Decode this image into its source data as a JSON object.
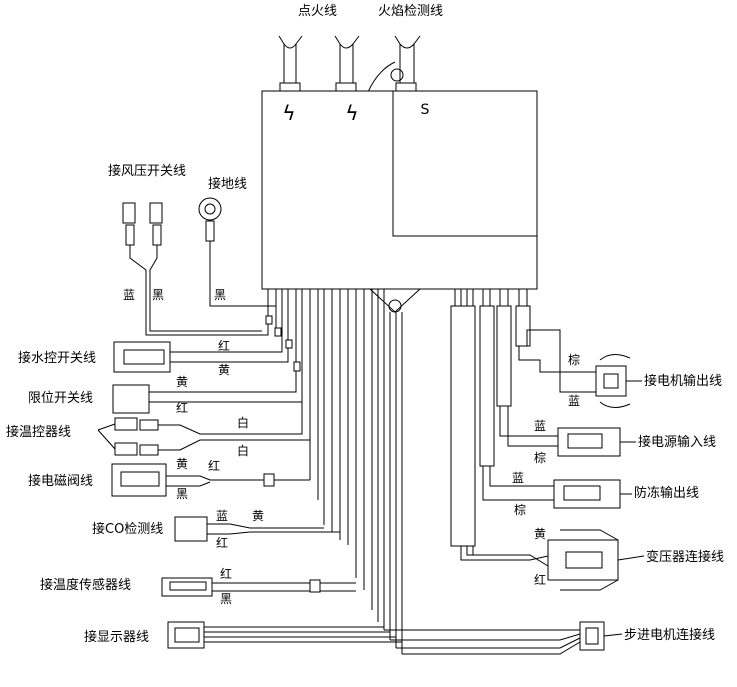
{
  "top_labels": {
    "ignition": "点火线",
    "flame_detect": "火焰检测线"
  },
  "controller": {
    "ignition_symbol": "ϟ",
    "sensor_symbol": "S"
  },
  "left_labels": {
    "air_pressure_switch": "接风压开关线",
    "ground": "接地线",
    "water_switch": "接水控开关线",
    "limit_switch": "限位开关线",
    "thermostat": "接温控器线",
    "solenoid_valve": "接电磁阀线",
    "co_detect": "接CO检测线",
    "temp_sensor": "接温度传感器线",
    "display": "接显示器线"
  },
  "right_labels": {
    "motor_output": "接电机输出线",
    "power_input": "接电源输入线",
    "antifreeze_output": "防冻输出线",
    "transformer": "变压器连接线",
    "stepper_motor": "步进电机连接线"
  },
  "wire_colors": {
    "blue": "蓝",
    "black": "黑",
    "red": "红",
    "yellow": "黄",
    "white": "白",
    "brown": "棕"
  }
}
